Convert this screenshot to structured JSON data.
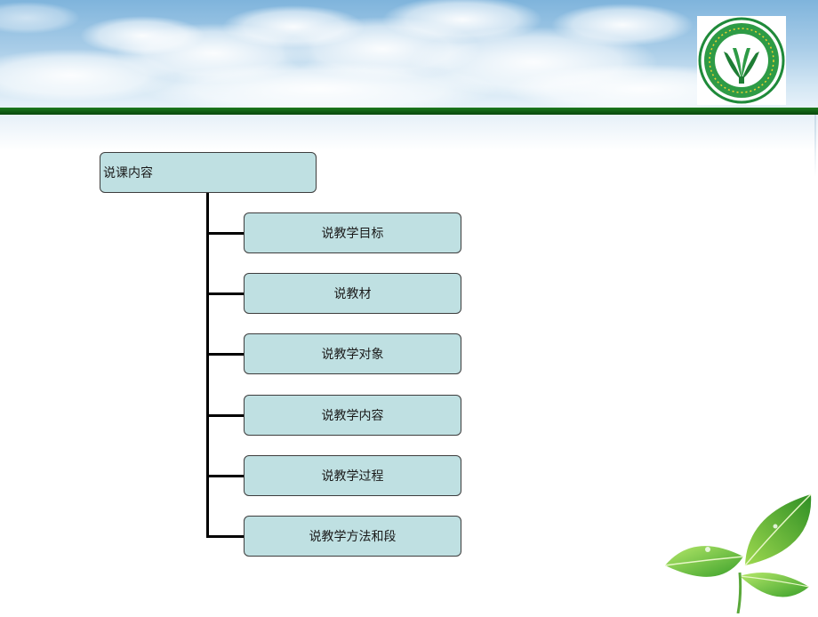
{
  "diagram": {
    "root": {
      "label": "说课内容"
    },
    "children": [
      {
        "label": "说教学目标"
      },
      {
        "label": "说教材"
      },
      {
        "label": "说教学对象"
      },
      {
        "label": "说教学内容"
      },
      {
        "label": "说教学过程"
      },
      {
        "label": "说教学方法和段"
      }
    ]
  },
  "theme": {
    "node_fill": "#bfe0e2",
    "node_border": "#3d3d3d",
    "connector": "#000000",
    "accent_green": "#0e5a12",
    "sky": "#a9cde8"
  },
  "icons": {
    "logo": "school-emblem-icon",
    "decoration": "green-leaves-icon"
  }
}
